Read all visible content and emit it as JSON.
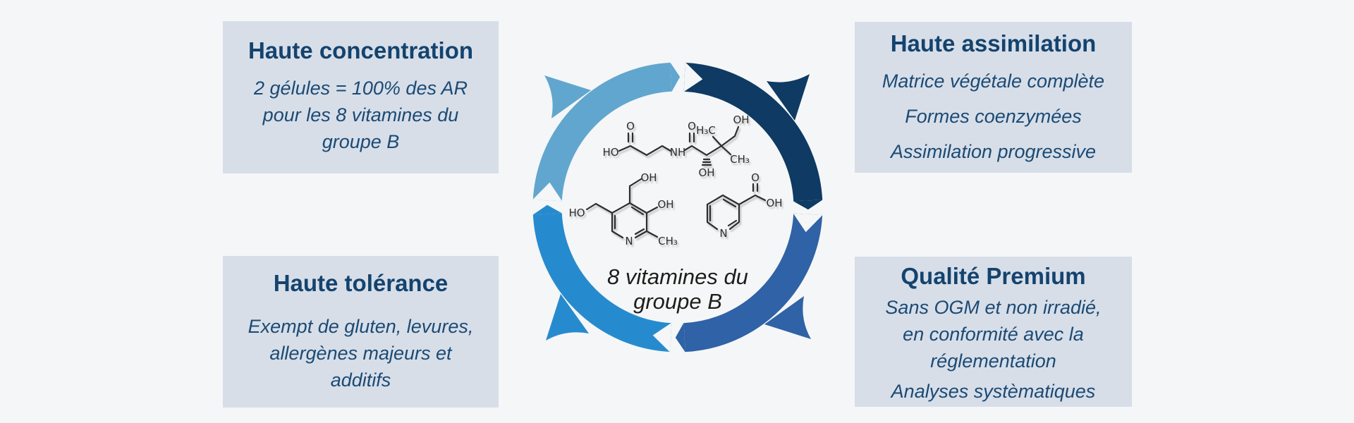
{
  "colors": {
    "page_bg": "#f5f6f7",
    "card_bg": "#d7dee8",
    "title": "#14436e",
    "body": "#1b4a74",
    "arc_top_left": "#61a6ce",
    "arc_top_right": "#0e3a63",
    "arc_bottom_right": "#2f62a6",
    "arc_bottom_left": "#268bce",
    "center_text": "#1d1d1b",
    "chem": "#2e2e2e"
  },
  "cards": {
    "top_left": {
      "title": "Haute concentration",
      "lines": [
        "2 gélules = 100% des AR",
        "pour les 8 vitamines du",
        "groupe B"
      ]
    },
    "top_right": {
      "title": "Haute assimilation",
      "lines": [
        "Matrice végétale complète",
        "Formes coenzymées",
        "Assimilation progressive"
      ]
    },
    "bottom_left": {
      "title": "Haute tolérance",
      "lines": [
        "Exempt de gluten, levures,",
        "allergènes majeurs et",
        "additifs"
      ]
    },
    "bottom_right": {
      "title": "Qualité Premium",
      "lines": [
        "Sans OGM et non irradié,",
        "en conformité avec la",
        "réglementation",
        "Analyses systèmatiques"
      ]
    }
  },
  "center": {
    "line1": "8 vitamines du",
    "line2": "groupe B"
  },
  "molecules": {
    "pantothenic": {
      "ho": "HO",
      "o1": "O",
      "nh": "NH",
      "o2": "O",
      "oh_hash": "OH",
      "h3c": "H₃C",
      "ch3": "CH₃",
      "oh_top": "OH"
    },
    "pyridoxine": {
      "oh_top": "OH",
      "oh_right": "OH",
      "ho": "HO",
      "ch3": "CH₃",
      "n": "N"
    },
    "niacin": {
      "o": "O",
      "oh": "OH",
      "n": "N"
    }
  }
}
